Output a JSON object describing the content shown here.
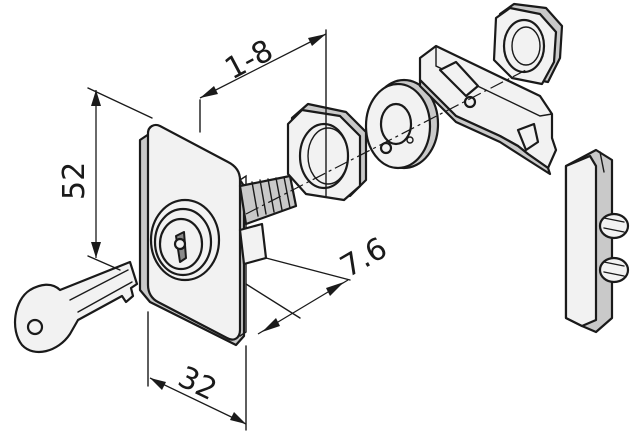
{
  "dimensions": {
    "depth_range": "1-8",
    "height": "52",
    "offset": "7.6",
    "width": "32"
  },
  "colors": {
    "line": "#1a1a1a",
    "face": "#f2f2f2",
    "shade": "#c9c9c9",
    "dark": "#8a8a8a",
    "background": "#ffffff"
  },
  "parts": [
    "key-icon",
    "lock-housing",
    "threaded-shaft",
    "hex-nut",
    "washer",
    "cam-latch",
    "lock-nut",
    "profile-slot-nut"
  ]
}
